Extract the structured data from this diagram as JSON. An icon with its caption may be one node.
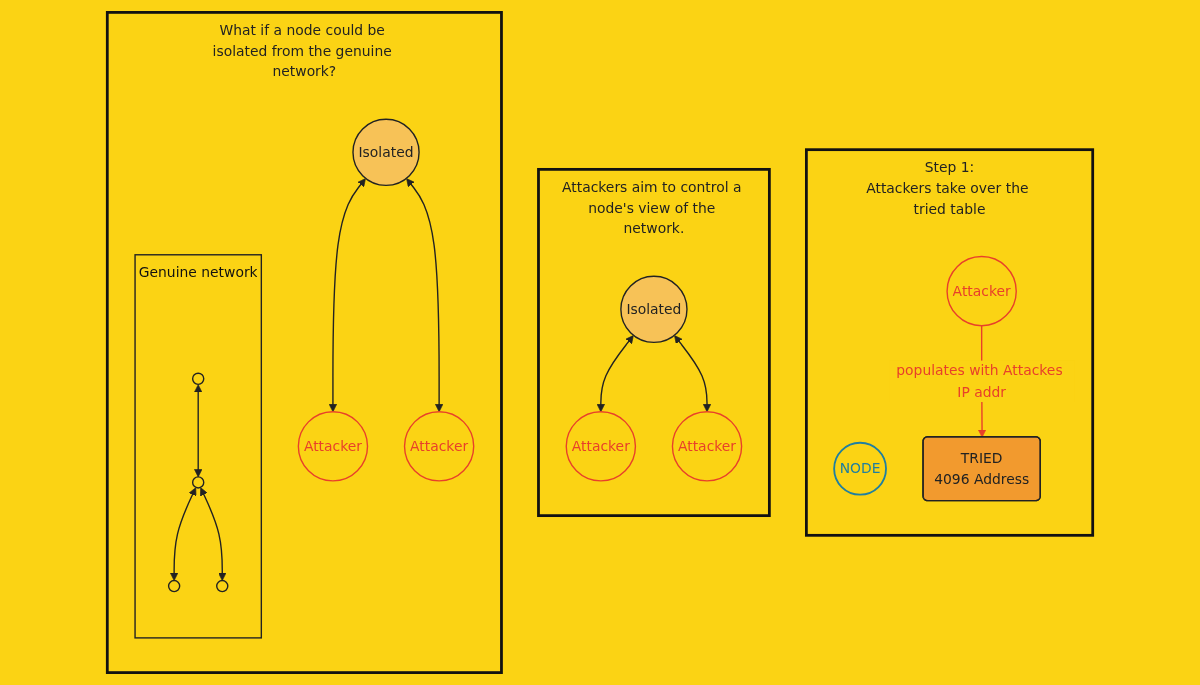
{
  "diagram": {
    "nodes": [
      {
        "text": [
          "What if a node could be isolated from the genuine network?"
        ]
      },
      {
        "text": [
          "Isolated"
        ],
        "in": 0
      },
      {
        "text": [
          "Attacker"
        ],
        "in": 0
      },
      {
        "text": [
          "Attacker"
        ],
        "in": 0
      },
      {
        "text": [
          "Genuine network"
        ],
        "in": 0
      },
      {
        "text": [],
        "shape": "circle",
        "in": 4
      },
      {
        "text": [],
        "shape": "circle",
        "in": 4
      },
      {
        "text": [],
        "shape": "circle",
        "in": 4
      },
      {
        "text": [],
        "shape": "circle",
        "in": 4
      },
      {
        "text": [
          "Attackers aim to control a node's view of the network."
        ]
      },
      {
        "text": [
          "Isolated"
        ],
        "in": 9
      },
      {
        "text": [
          "Attacker"
        ],
        "in": 9
      },
      {
        "text": [
          "Attacker"
        ],
        "in": 9
      },
      {
        "text": [
          "Step 1:",
          "Attackers take over the tried table"
        ]
      },
      {
        "text": [
          "NODE"
        ],
        "in": 13
      },
      {
        "text": [
          "Attacker"
        ],
        "in": 13
      },
      {
        "text": [
          "TRIED",
          "4096 Address"
        ],
        "in": 13
      }
    ],
    "edges": [
      {
        "from": 1,
        "to": 2,
        "arrow": "both"
      },
      {
        "from": 1,
        "to": 3,
        "arrow": "both"
      },
      {
        "from": 5,
        "to": 6,
        "arrow": "both"
      },
      {
        "from": 6,
        "to": 7,
        "arrow": "both"
      },
      {
        "from": 6,
        "to": 8,
        "arrow": "both"
      },
      {
        "from": 10,
        "to": 11,
        "arrow": "both"
      },
      {
        "from": 10,
        "to": 12,
        "arrow": "both"
      },
      {
        "from": 15,
        "to": 16,
        "arrow": "to",
        "label": "populates with Attackes IP addr",
        "color": "#e8402a"
      }
    ]
  }
}
